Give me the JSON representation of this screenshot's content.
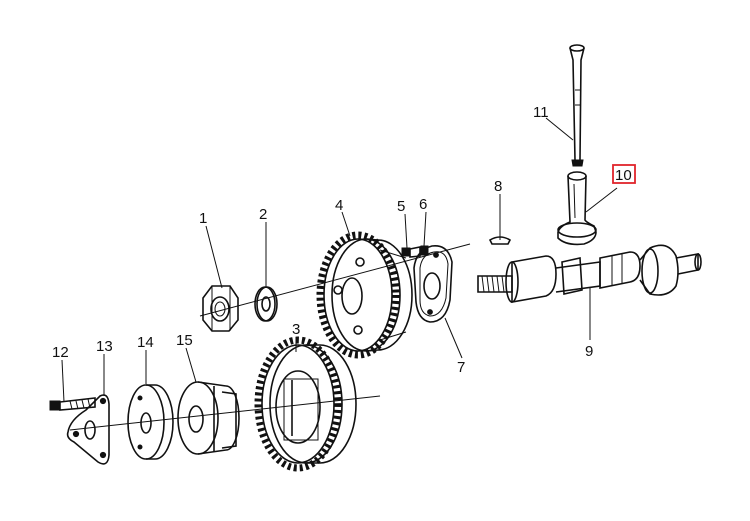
{
  "diagram": {
    "labels": {
      "p1": "1",
      "p2": "2",
      "p3": "3",
      "p4": "4",
      "p5": "5",
      "p6": "6",
      "p7": "7",
      "p8": "8",
      "p9": "9",
      "p10": "10",
      "p11": "11",
      "p12": "12",
      "p13": "13",
      "p14": "14",
      "p15": "15"
    },
    "highlighted_part": "10",
    "colors": {
      "ink": "#111111",
      "highlight": "#e0242b",
      "background": "#ffffff"
    }
  }
}
